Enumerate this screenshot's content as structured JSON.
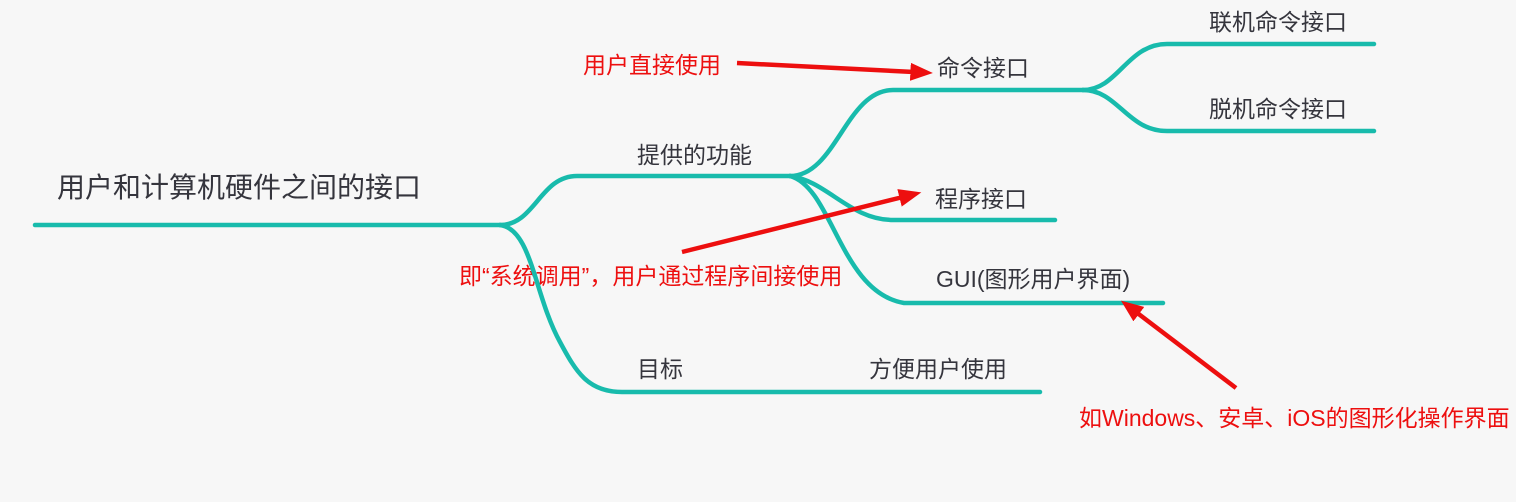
{
  "colors": {
    "branch_line": "#18bbac",
    "annotation": "#ed0f0f",
    "node_text": "#35353d",
    "background": "#f7f7f7"
  },
  "mindmap": {
    "root": {
      "label": "用户和计算机硬件之间的接口"
    },
    "branches": {
      "provided_functions": {
        "label": "提供的功能"
      },
      "command_interface": {
        "label": "命令接口"
      },
      "online_command": {
        "label": "联机命令接口"
      },
      "offline_command": {
        "label": "脱机命令接口"
      },
      "program_interface": {
        "label": "程序接口"
      },
      "gui": {
        "label": "GUI(图形用户界面)"
      },
      "goal": {
        "label": "目标"
      },
      "easy_use": {
        "label": "方便用户使用"
      }
    },
    "annotations": {
      "direct_use": {
        "label": "用户直接使用",
        "points_to": "命令接口"
      },
      "system_call": {
        "label": "即“系统调用”，用户通过程序间接使用",
        "points_to": "程序接口"
      },
      "gui_examples": {
        "label": "如Windows、安卓、iOS的图形化操作界面",
        "points_to": "GUI(图形用户界面)"
      }
    }
  }
}
